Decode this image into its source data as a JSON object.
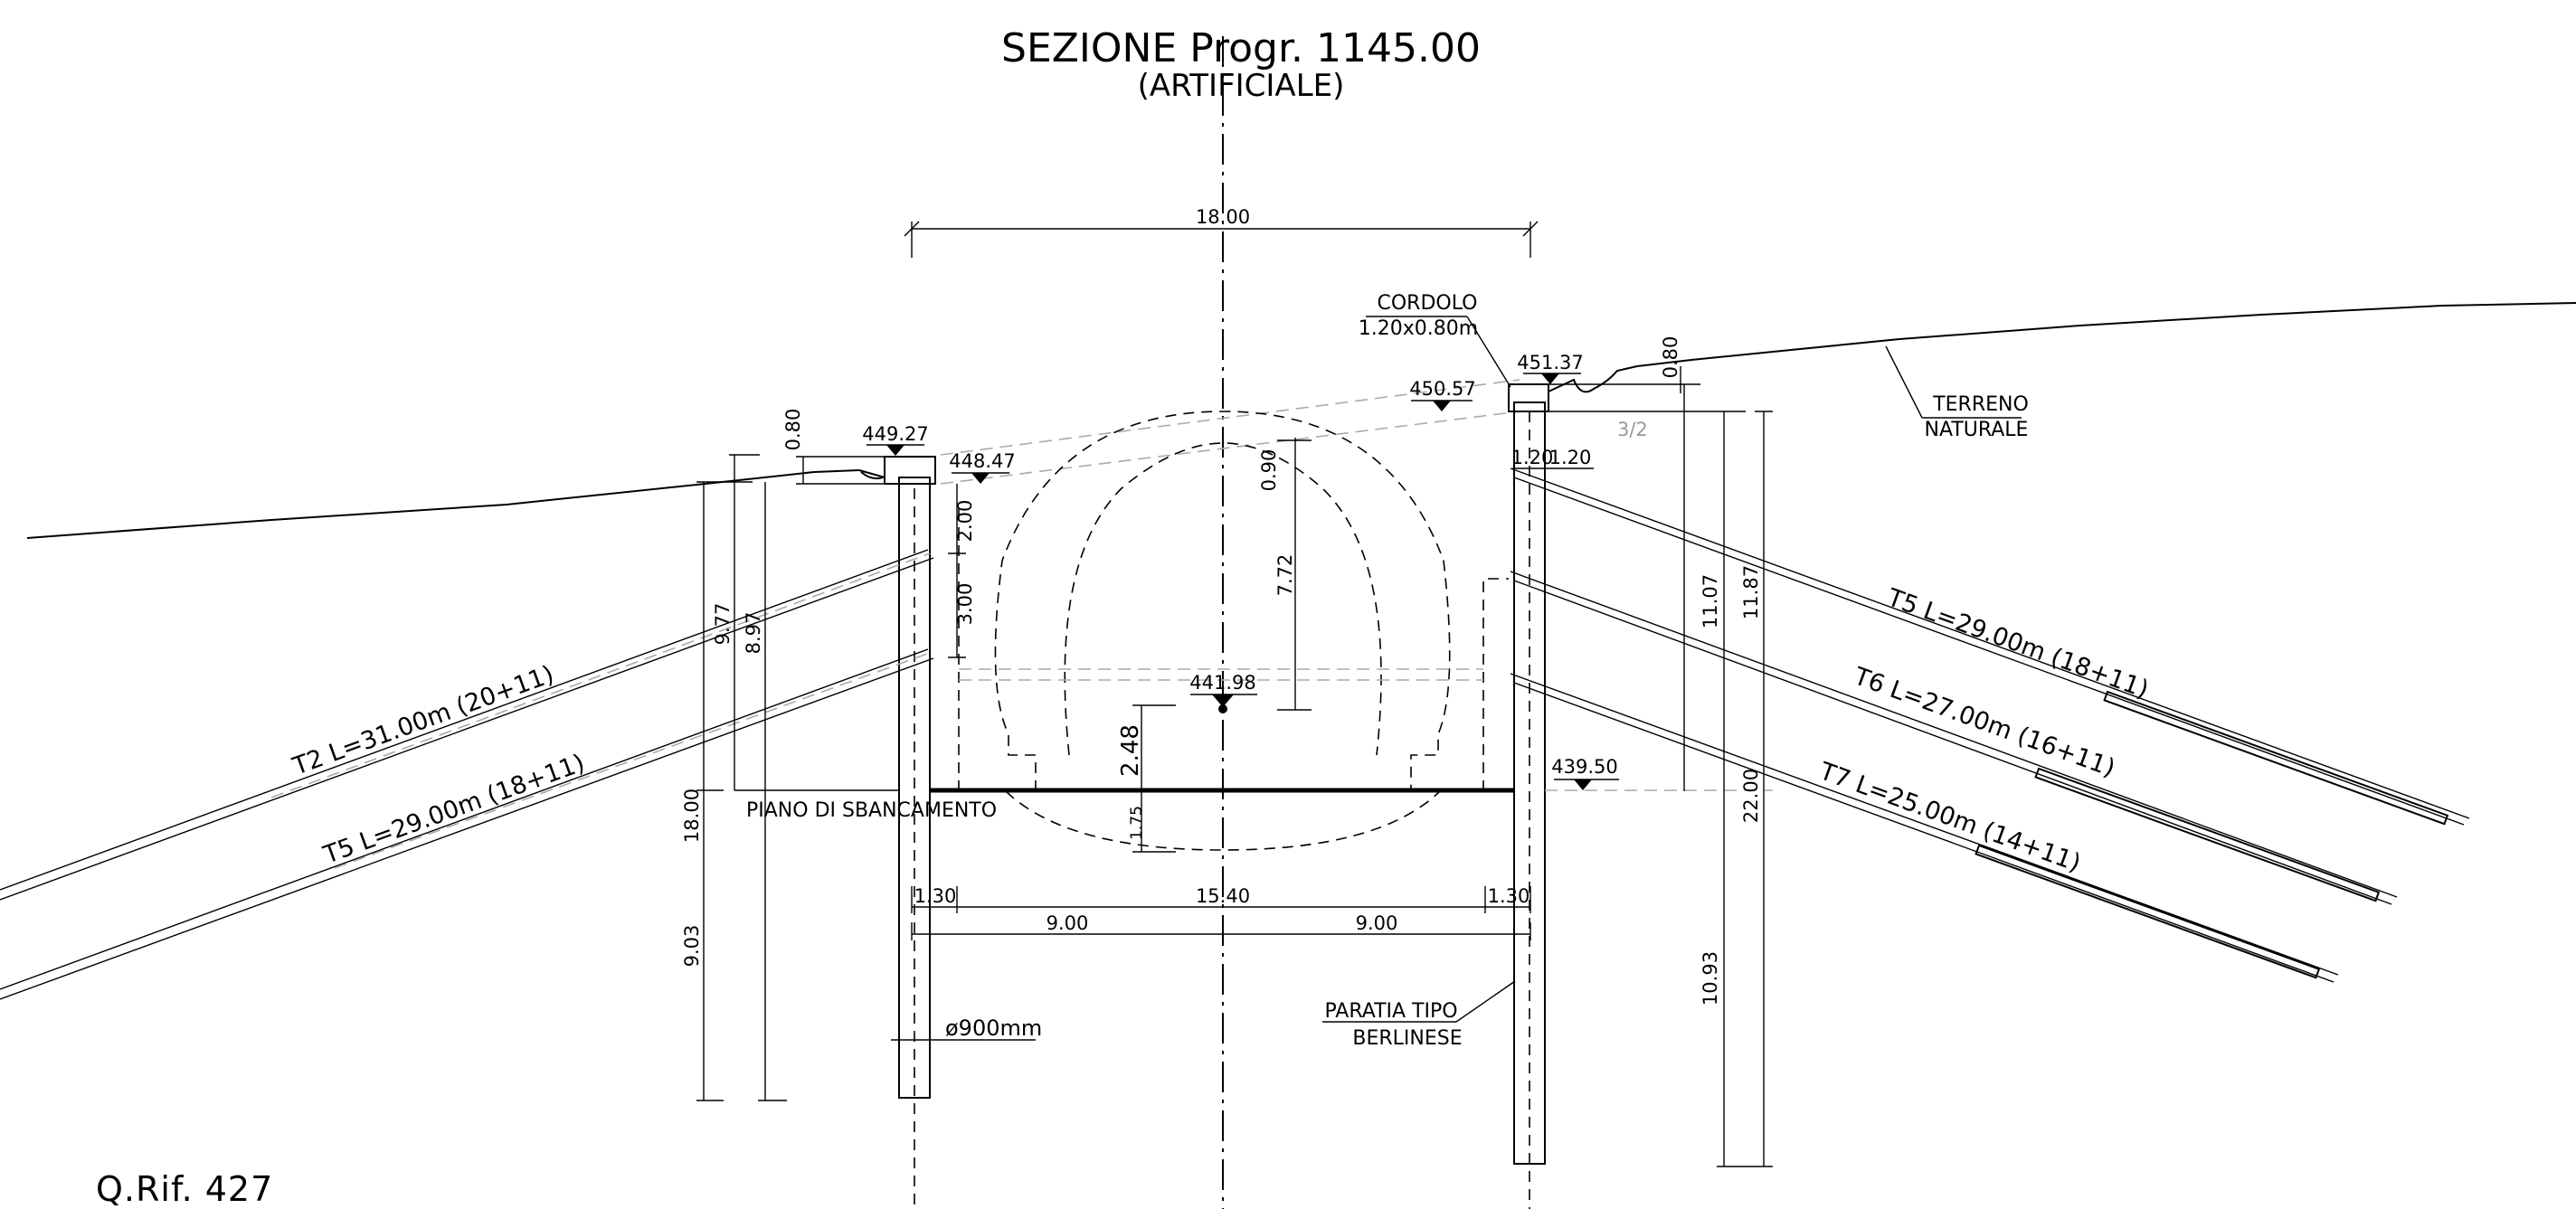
{
  "title": "SEZIONE Progr. 1145.00",
  "subtitle": "(ARTIFICIALE)",
  "footer": "Q.Rif.  427",
  "labels": {
    "cordolo": "CORDOLO",
    "cordolo_size": "1.20x0.80m",
    "terreno_1": "TERRENO",
    "terreno_2": "NATURALE",
    "piano": "PIANO DI SBANCAMENTO",
    "paratia_1": "PARATIA TIPO",
    "paratia_2": "BERLINESE",
    "pile_diameter": "ø900mm"
  },
  "elevations": {
    "left_top": "449.27",
    "left_side": "448.47",
    "right_top": "451.37",
    "right_side": "450.57",
    "center": "441.98",
    "excavation": "439.50"
  },
  "dimensions": {
    "top_width": "18.00",
    "left_080": "0.80",
    "right_080": "0.80",
    "d_200": "2.00",
    "d_300": "3.00",
    "d_977": "9.77",
    "d_897": "8.97",
    "d_1800": "18.00",
    "d_903": "9.03",
    "d_090": "0.90",
    "d_772": "7.72",
    "d_248": "2.48",
    "d_175": "1.75",
    "d_120a": "1.20",
    "d_120b": "1.20",
    "d_1107": "11.07",
    "d_1187": "11.87",
    "d_2200": "22.00",
    "d_1093": "10.93",
    "d_130a": "1.30",
    "d_1540": "15.40",
    "d_130b": "1.30",
    "d_900a": "9.00",
    "d_900b": "9.00",
    "slope": "3/2"
  },
  "anchors": {
    "left_upper": "T2 L=31.00m (20+11)",
    "left_lower": "T5 L=29.00m (18+11)",
    "right_t5": "T5 L=29.00m (18+11)",
    "right_t6": "T6 L=27.00m (16+11)",
    "right_t7": "T7 L=25.00m (14+11)"
  }
}
